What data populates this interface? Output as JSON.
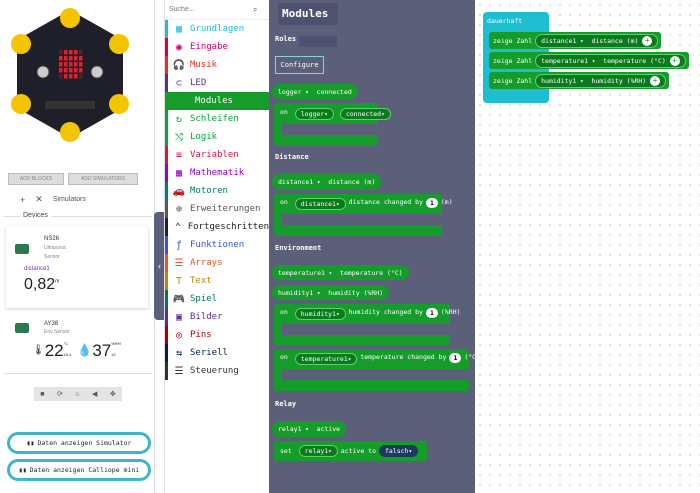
{
  "simulator": {
    "add_blocks": "ADD BLOCKS",
    "add_simulators": "ADD SIMULATORS",
    "simulators_label": "Simulators",
    "devices_label": "Devices",
    "ns26": {
      "name": "NS26",
      "desc1": "Ultrasonic",
      "desc2": "Sensor",
      "sensor": "distance1",
      "value": "0,82",
      "unit": "m"
    },
    "ay38": {
      "name": "AY38",
      "desc": "Env Sensor",
      "temp": "22",
      "temp_unit": "°C",
      "temp_tol": "±0.4",
      "hum": "37",
      "hum_unit": "%RH",
      "hum_tol": "±2"
    }
  },
  "buttons": {
    "show_sim": "Daten anzeigen Simulator",
    "show_calliope": "Daten anzeigen Calliope mini"
  },
  "search": {
    "placeholder": "Suche..."
  },
  "categories": [
    {
      "label": "Grundlagen",
      "color": "#1ebed0",
      "icon": "grid"
    },
    {
      "label": "Eingabe",
      "color": "#d4005f",
      "icon": "circle"
    },
    {
      "label": "Musik",
      "color": "#e63022",
      "icon": "headphones"
    },
    {
      "label": "LED",
      "color": "#5c2d91",
      "icon": "toggle"
    },
    {
      "label": "Modules",
      "color": "#159c2a",
      "icon": "none",
      "selected": true
    },
    {
      "label": "Schleifen",
      "color": "#00a73b",
      "icon": "loop"
    },
    {
      "label": "Logik",
      "color": "#00a73b",
      "icon": "shuffle"
    },
    {
      "label": "Variablen",
      "color": "#dc143c",
      "icon": "lines"
    },
    {
      "label": "Mathematik",
      "color": "#9400d3",
      "icon": "calc"
    },
    {
      "label": "Motoren",
      "color": "#008060",
      "icon": "car"
    },
    {
      "label": "Erweiterungen",
      "color": "#555555",
      "icon": "plus"
    },
    {
      "label": "Fortgeschritten",
      "color": "#222222",
      "icon": "chevron-up"
    },
    {
      "label": "Funktionen",
      "color": "#3455db",
      "icon": "func"
    },
    {
      "label": "Arrays",
      "color": "#e65722",
      "icon": "list"
    },
    {
      "label": "Text",
      "color": "#b8860b",
      "icon": "text"
    },
    {
      "label": "Spiel",
      "color": "#007a4b",
      "icon": "gamepad"
    },
    {
      "label": "Bilder",
      "color": "#5c2d91",
      "icon": "image"
    },
    {
      "label": "Pins",
      "color": "#a80000",
      "icon": "pin"
    },
    {
      "label": "Seriell",
      "color": "#002050",
      "icon": "usb"
    },
    {
      "label": "Steuerung",
      "color": "#333333",
      "icon": "menu"
    }
  ],
  "flyout": {
    "title": "Modules",
    "roles": "Roles",
    "configure": "Configure",
    "logger_ev": {
      "a": "logger",
      "b": "connected"
    },
    "logger_on": {
      "on": "on",
      "a": "logger",
      "b": "connected"
    },
    "distance": "Distance",
    "dist_ev": {
      "a": "distance1",
      "b": "distance (m)"
    },
    "dist_on": {
      "on": "on",
      "a": "distance1",
      "b": "distance changed by",
      "n": "1",
      "u": "(m)"
    },
    "environment": "Environment",
    "temp_ev": {
      "a": "temperature1",
      "b": "temperature (°C)"
    },
    "hum_ev": {
      "a": "humidity1",
      "b": "humidity (%RH)"
    },
    "hum_on": {
      "on": "on",
      "a": "humidity1",
      "b": "humidity changed by",
      "n": "1",
      "u": "(%RH)"
    },
    "temp_on": {
      "on": "on",
      "a": "temperature1",
      "b": "temperature changed by",
      "n": "1",
      "u": "(°C)"
    },
    "relay": "Relay",
    "relay_ev": {
      "a": "relay1",
      "b": "active"
    },
    "relay_set": {
      "set": "set",
      "a": "relay1",
      "b": "active to",
      "v": "falsch"
    }
  },
  "workspace": {
    "forever": "dauerhaft",
    "rows": [
      {
        "cmd": "zeige Zahl",
        "a": "distance1",
        "b": "distance (m)"
      },
      {
        "cmd": "zeige Zahl",
        "a": "temperature1",
        "b": "temperature (°C)"
      },
      {
        "cmd": "zeige Zahl",
        "a": "humidity1",
        "b": "humidity (%RH)"
      }
    ]
  }
}
